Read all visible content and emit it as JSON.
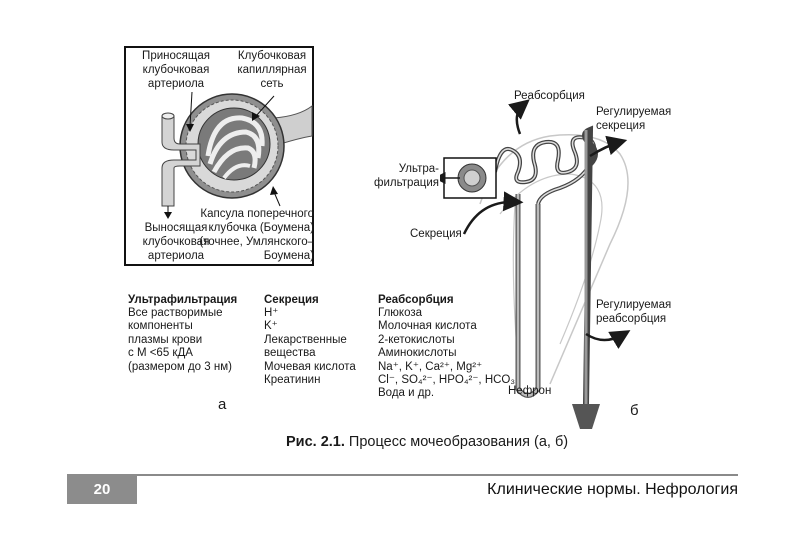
{
  "figure_a": {
    "glomerulus_labels": {
      "afferent": "Приносящая\nклубочковая\nартериола",
      "capillary": "Клубочковая\nкапиллярная\nсеть",
      "efferent": "Выносящая\nклубочковая\nартериола",
      "capsule": "Капсула поперечного\nклубочка (Боумена)\n(точнее, Умлянского–\nБоумена)"
    },
    "columns": [
      {
        "title": "Ультрафильтрация",
        "items": [
          "Все растворимые",
          "компоненты",
          "плазмы крови",
          "с М <65 кДА",
          "(размером до 3 нм)"
        ]
      },
      {
        "title": "Секреция",
        "items": [
          "H⁺",
          "K⁺",
          "Лекарственные",
          "вещества",
          "Мочевая кислота",
          "Креатинин"
        ]
      },
      {
        "title": "Реабсорбция",
        "items": [
          "Глюкоза",
          "Молочная кислота",
          "2-кетокислоты",
          "Аминокислоты",
          "Na⁺, K⁺, Ca²⁺, Mg²⁺",
          "Cl⁻, SO₄²⁻, HPO₄²⁻, HCO₃⁻",
          "Вода и др."
        ]
      }
    ],
    "letter": "а"
  },
  "figure_b": {
    "labels": {
      "reabsorption": "Реабсорбция",
      "regulated_secretion": "Регулируемая\nсекреция",
      "ultrafiltration": "Ультра-\nфильтрация",
      "secretion": "Секреция",
      "regulated_reabsorption": "Регулируемая\nреабсорбция",
      "nephron": "Нефрон"
    },
    "letter": "б"
  },
  "caption": {
    "prefix": "Рис. 2.1.",
    "text": " Процесс мочеобразования (а, б)"
  },
  "footer": {
    "page_number": "20",
    "title": "Клинические нормы. Нефрология"
  }
}
